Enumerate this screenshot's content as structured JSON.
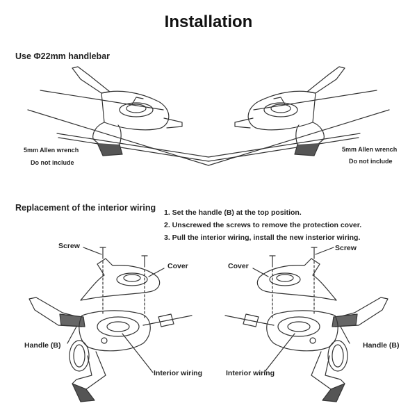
{
  "title": "Installation",
  "top_section": {
    "heading": "Use Φ22mm handlebar",
    "left_note_1": "5mm Allen wrench",
    "left_note_2": "Do not include",
    "right_note_1": "5mm Allen wrench",
    "right_note_2": "Do not include"
  },
  "bottom_section": {
    "heading": "Replacement of the interior wiring",
    "steps": [
      "1. Set the handle (B) at the top position.",
      "2. Unscrewed the screws to remove the protection cover.",
      "3. Pull the interior wiring, install the new insterior wiring."
    ],
    "labels": {
      "screw_left": "Screw",
      "screw_right": "Screw",
      "cover_left": "Cover",
      "cover_right": "Cover",
      "handle_left": "Handle (B)",
      "handle_right": "Handle (B)",
      "wiring_left": "Interior wiring",
      "wiring_right": "Interior wiring"
    }
  }
}
